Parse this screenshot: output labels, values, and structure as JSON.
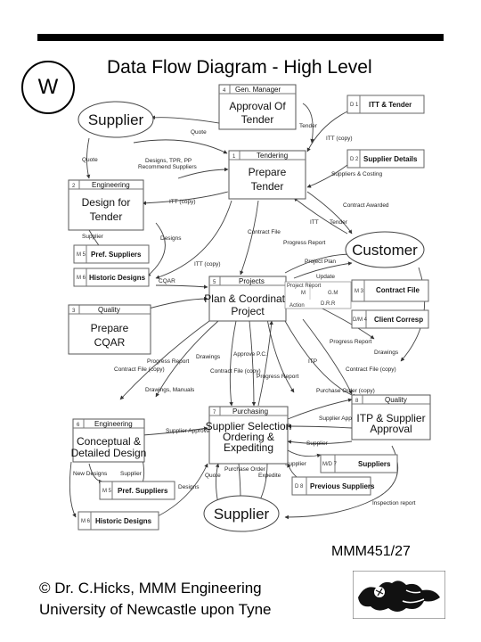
{
  "w_badge": "W",
  "title": "Data Flow Diagram - High Level",
  "entities": {
    "supplier_top": "Supplier",
    "customer": "Customer",
    "supplier_bottom": "Supplier"
  },
  "processes": {
    "p4": {
      "num": "4",
      "header": "Gen. Manager",
      "line1": "Approval Of",
      "line2": "Tender"
    },
    "p1": {
      "num": "1",
      "header": "Tendering",
      "line1": "Prepare",
      "line2": "Tender"
    },
    "p2": {
      "num": "2",
      "header": "Engineering",
      "line1": "Design for",
      "line2": "Tender"
    },
    "p3": {
      "num": "3",
      "header": "Quality",
      "line1": "Prepare",
      "line2": "CQAR"
    },
    "p5": {
      "num": "5",
      "header": "Projects",
      "line1": "Plan & Coordinate",
      "line2": "Project"
    },
    "p6": {
      "num": "6",
      "header": "Engineering",
      "line1": "Conceptual &",
      "line2": "Detailed Design"
    },
    "p7": {
      "num": "7",
      "header": "Purchasing",
      "line1": "Supplier Selection",
      "line2": "Ordering &",
      "line3": "Expediting"
    },
    "p8": {
      "num": "8",
      "header": "Quality",
      "line1": "ITP & Supplier",
      "line2": "Approval"
    }
  },
  "stores": {
    "itt": {
      "id": "D 1",
      "label": "ITT & Tender"
    },
    "supdetails": {
      "id": "D 2",
      "label": "Supplier Details"
    },
    "pref1": {
      "id": "M 5",
      "label": "Pref. Suppliers"
    },
    "hist1": {
      "id": "M 6",
      "label": "Historic Designs"
    },
    "contract": {
      "id": "M 3",
      "label": "Contract File"
    },
    "corresp": {
      "id": "D/M 4",
      "label": "Client Corresp"
    },
    "suppliers": {
      "id": "M/D 7",
      "label": "Suppliers"
    },
    "prevsup": {
      "id": "D 8",
      "label": "Previous Suppliers"
    },
    "pref2": {
      "id": "M 5",
      "label": "Pref. Suppliers"
    },
    "hist2": {
      "id": "M 6",
      "label": "Historic Designs"
    }
  },
  "project_note": {
    "a": "Project Report",
    "b": "M",
    "c": "G.M",
    "d": "D.R.R",
    "e": "Action"
  },
  "flows": {
    "quote1": "Quote",
    "tender": "Tender",
    "itt_copy1": "ITT (copy)",
    "quote2": "Quote",
    "designs_tpr": "Designs, TPR, PP",
    "recommend": "Recommend Suppliers",
    "suppliers_costing": "Suppliers & Costing",
    "itt_copy2": "ITT (copy)",
    "contract_awarded": "Contract Awarded",
    "itt": "ITT",
    "tender2": "Tender",
    "supplier": "Supplier",
    "designs": "Designs",
    "contract_file": "Contract File",
    "progress_report": "Progress Report",
    "project_plan": "Project Plan",
    "update": "Update",
    "itt_copy3": "ITT (copy)",
    "cqar": "CQAR",
    "progress_report2": "Progress Report",
    "drawings": "Drawings",
    "contract_file_copy": "Contract File (copy)",
    "progress_report3": "Progress Report",
    "drawings2": "Drawings",
    "approve_pc": "Approve P.C.",
    "contract_file_copy2": "Contract File (copy)",
    "progress_report4": "Progress Report",
    "itp": "ITP",
    "contract_file_copy3": "Contract File (copy)",
    "drawings_manuals": "Drawings, Manuals",
    "supplier_approval": "Supplier Approval",
    "purchase_order_copy": "Purchase Order (copy)",
    "supplier_approva": "Supplier Approva",
    "supplier2": "Supplier",
    "supplier3": "Supplier",
    "new_designs": "New Designs",
    "supplier4": "Supplier",
    "designs2": "Designs",
    "quote3": "Quote",
    "purchase_order": "Purchase Order",
    "expedite": "Expedite",
    "inspection_report": "Inspection report"
  },
  "footer_id": "MMM451/27",
  "copyright_line1": "© Dr. C.Hicks, MMM Engineering",
  "copyright_line2": "University of Newcastle upon Tyne"
}
